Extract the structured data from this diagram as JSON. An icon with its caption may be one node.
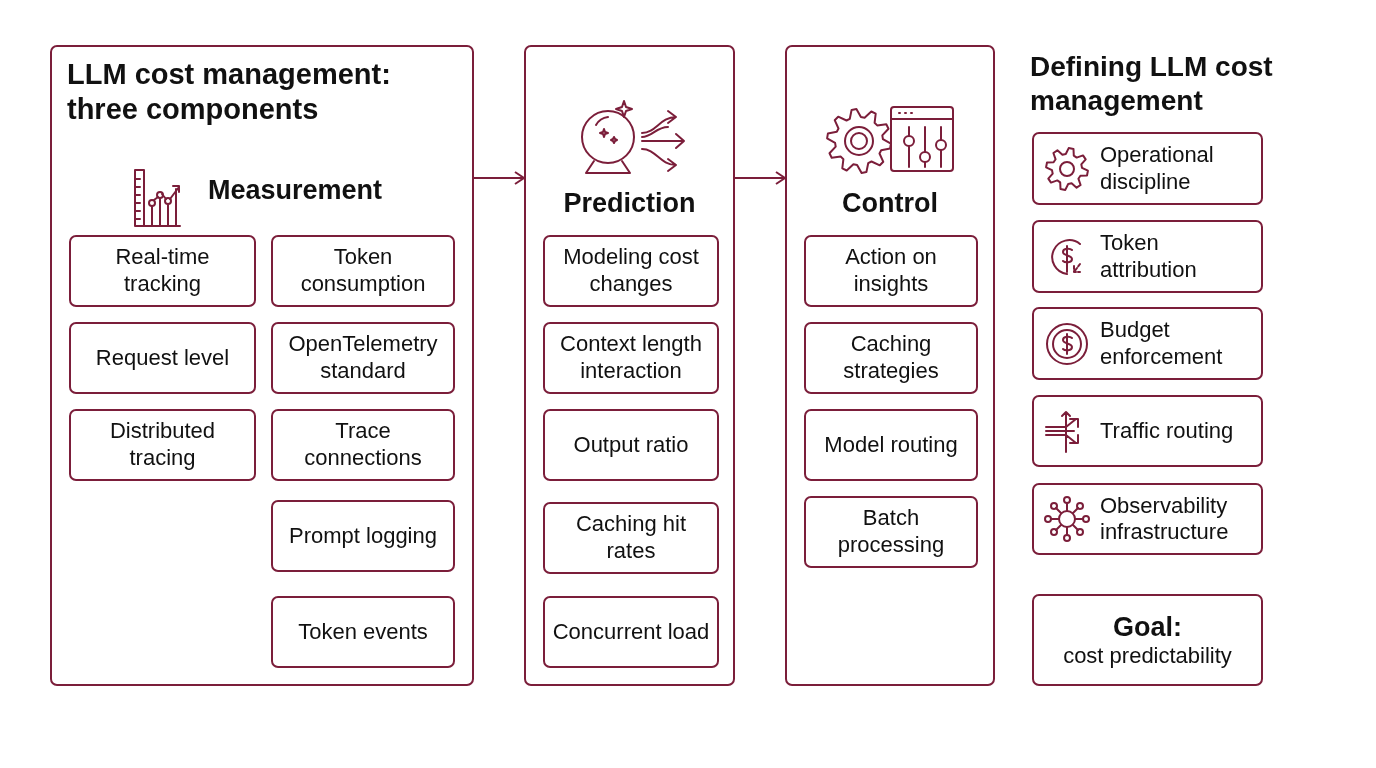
{
  "diagram": {
    "nodes": [
      {
        "text": [
          "LLM cost management: three components",
          "Measurement"
        ]
      },
      {
        "text": [
          "Real-time tracking"
        ],
        "in": 0
      },
      {
        "text": [
          "Token consumption"
        ],
        "in": 0
      },
      {
        "text": [
          "Request level"
        ],
        "in": 0
      },
      {
        "text": [
          "OpenTelemetry standard"
        ],
        "in": 0
      },
      {
        "text": [
          "Distributed tracing"
        ],
        "in": 0
      },
      {
        "text": [
          "Trace connections"
        ],
        "in": 0
      },
      {
        "text": [
          "Prompt logging"
        ],
        "in": 0
      },
      {
        "text": [
          "Token events"
        ],
        "in": 0
      },
      {
        "text": [
          "Prediction"
        ]
      },
      {
        "text": [
          "Modeling cost changes"
        ],
        "in": 9
      },
      {
        "text": [
          "Context length interaction"
        ],
        "in": 9
      },
      {
        "text": [
          "Output ratio"
        ],
        "in": 9
      },
      {
        "text": [
          "Caching hit rates"
        ],
        "in": 9
      },
      {
        "text": [
          "Concurrent load"
        ],
        "in": 9
      },
      {
        "text": [
          "Control"
        ]
      },
      {
        "text": [
          "Action on insights"
        ],
        "in": 15
      },
      {
        "text": [
          "Caching strategies"
        ],
        "in": 15
      },
      {
        "text": [
          "Model routing"
        ],
        "in": 15
      },
      {
        "text": [
          "Batch processing"
        ],
        "in": 15
      },
      {
        "text": [
          "Operational discipline"
        ]
      },
      {
        "text": [
          "Token attribution"
        ]
      },
      {
        "text": [
          "Budget enforcement"
        ]
      },
      {
        "text": [
          "Traffic routing"
        ]
      },
      {
        "text": [
          "Observability infrastructure"
        ]
      },
      {
        "text": [
          "Goal:",
          "cost predictability"
        ]
      }
    ],
    "edges": [
      {
        "from": 0,
        "to": 9,
        "arrow": "to"
      },
      {
        "from": 9,
        "to": 15,
        "arrow": "to"
      }
    ],
    "labels": [
      "Defining LLM cost management"
    ]
  }
}
